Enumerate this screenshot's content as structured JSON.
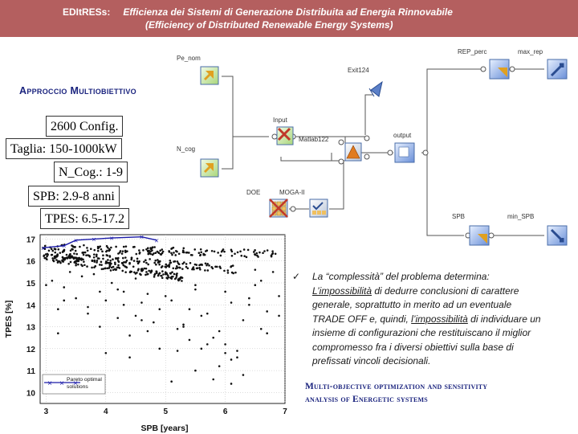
{
  "header": {
    "tag": "EDItRESs:",
    "title_it": "Efficienza dei Sistemi di Generazione Distribuita ad Energia Rinnovabile",
    "title_en": "(Efficiency of Distributed Renewable Energy Systems)"
  },
  "approach": {
    "title": "Approccio Multiobiettivo"
  },
  "params": {
    "configs": "2600 Config.",
    "size": "Taglia: 150-1000kW",
    "ncog": "N_Cog.: 1-9",
    "spb": "SPB: 2.9-8 anni",
    "tpes": "TPES: 6.5-17.2"
  },
  "workflow": {
    "nodes": {
      "pe_nom": "Pe_nom",
      "n_cog": "N_cog",
      "input": "Input",
      "matlab": "Matlab122",
      "exit": "Exit124",
      "output": "output",
      "rep_perc": "REP_perc",
      "max_rep": "max_rep",
      "spb": "SPB",
      "min_spb": "min_SPB",
      "doe": "DOE",
      "moga": "MOGA-II"
    }
  },
  "bullet": {
    "check": "✓",
    "l1": "La “complessità” del problema determina:",
    "l2a": "L’impossibilità",
    "l2b": " di dedurre conclusioni di carattere",
    "l3": "generale, soprattutto in merito ad un eventuale",
    "l4a": "TRADE  OFF e, quindi, ",
    "l4b": "l’impossibilità",
    "l4c": " di individuare un",
    "l5": "insieme di configurazioni che restituiscano il miglior",
    "l6": "compromesso fra i diversi obiettivi sulla base di",
    "l7": "prefissati vincoli decisionali."
  },
  "multiobjective": {
    "l1": "Multi-objective optimization and sensitivity",
    "l2": "analysis of Energetic systems"
  },
  "chart_data": {
    "type": "scatter",
    "xlabel": "SPB [years]",
    "ylabel": "TPES [%]",
    "xlim": [
      2.9,
      7
    ],
    "ylim": [
      9.5,
      17.2
    ],
    "xticks": [
      3,
      4,
      5,
      6,
      7
    ],
    "yticks": [
      10,
      11,
      12,
      13,
      14,
      15,
      16,
      17
    ],
    "grid": true,
    "legend": {
      "label_l1": "Pareto optimal",
      "label_l2": "solutions",
      "placement": "bottom-left"
    },
    "pareto": {
      "x": [
        2.95,
        3.3,
        3.5,
        3.8,
        4.1,
        4.6,
        4.85
      ],
      "y": [
        16.6,
        16.7,
        16.95,
        17.0,
        17.05,
        17.1,
        16.95
      ]
    },
    "cloud_bands": [
      {
        "x_start": 2.95,
        "y_start": 16.6,
        "x_end": 6.95,
        "y_end": 16.3
      },
      {
        "x_start": 3.1,
        "y_start": 16.3,
        "x_end": 6.2,
        "y_end": 15.6
      },
      {
        "x_start": 2.95,
        "y_start": 16.2,
        "x_end": 5.3,
        "y_end": 15.25
      }
    ],
    "scatter": {
      "x": [
        3.1,
        3.3,
        3.5,
        3.7,
        3.9,
        4.1,
        4.3,
        4.5,
        4.7,
        4.9,
        5.1,
        5.3,
        5.5,
        5.7,
        5.9,
        6.1,
        6.3,
        6.5,
        6.7,
        6.9,
        3.2,
        3.6,
        4.0,
        4.4,
        4.8,
        5.2,
        5.6,
        6.0,
        6.4,
        6.8,
        3.0,
        3.4,
        3.8,
        4.2,
        4.6,
        5.0,
        5.4,
        5.8,
        6.2,
        6.6,
        3.5,
        4.5,
        5.5,
        6.5,
        4.0,
        5.0,
        6.0,
        3.3,
        4.7,
        5.7,
        6.3,
        4.2,
        5.2,
        6.1,
        3.9,
        4.9,
        5.9,
        6.7,
        4.3,
        5.3,
        6.2,
        5.5,
        6.0,
        5.8,
        6.1,
        4.0,
        5.1,
        6.9,
        3.2,
        4.4,
        5.6,
        6.6,
        3.7,
        4.6,
        5.4,
        6.4
      ],
      "y": [
        15.1,
        14.8,
        14.3,
        13.9,
        14.6,
        15.0,
        14.0,
        13.5,
        14.5,
        13.8,
        14.2,
        13.0,
        14.7,
        13.6,
        12.8,
        14.1,
        13.3,
        14.9,
        13.7,
        14.4,
        13.8,
        15.3,
        14.2,
        12.6,
        13.2,
        12.9,
        13.5,
        12.2,
        14.0,
        15.5,
        14.9,
        15.5,
        15.4,
        14.7,
        14.1,
        14.4,
        13.8,
        12.5,
        11.6,
        15.1,
        15.8,
        15.2,
        14.9,
        15.6,
        15.9,
        15.4,
        14.6,
        14.2,
        12.8,
        12.2,
        10.8,
        13.4,
        11.9,
        11.5,
        13.0,
        12.0,
        11.2,
        12.7,
        14.6,
        13.1,
        11.9,
        11.0,
        11.8,
        10.6,
        10.4,
        11.8,
        10.5,
        13.5,
        12.7,
        11.6,
        12.0,
        12.9,
        13.6,
        13.3,
        12.4,
        14.3
      ]
    }
  }
}
